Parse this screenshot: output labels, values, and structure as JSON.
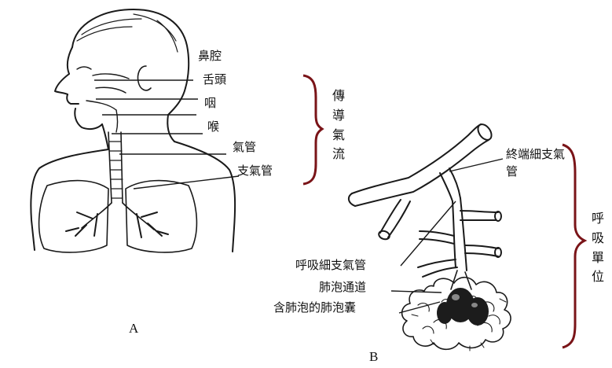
{
  "panel_a": {
    "letter": "A",
    "labels": {
      "nasal_cavity": "鼻腔",
      "tongue": "舌頭",
      "pharynx": "咽",
      "larynx": "喉",
      "trachea": "氣管",
      "bronchus": "支氣管"
    },
    "bracket_label": "傳導氣流",
    "bracket_color": "#7a1418"
  },
  "panel_b": {
    "letter": "B",
    "labels": {
      "terminal_bronchiole": "終端細支氣管",
      "respiratory_bronchiole": "呼吸細支氣管",
      "alveolar_duct": "肺泡通道",
      "alveolar_sac": "含肺泡的肺泡囊"
    },
    "bracket_label": "呼吸單位",
    "bracket_color": "#7a1418"
  }
}
